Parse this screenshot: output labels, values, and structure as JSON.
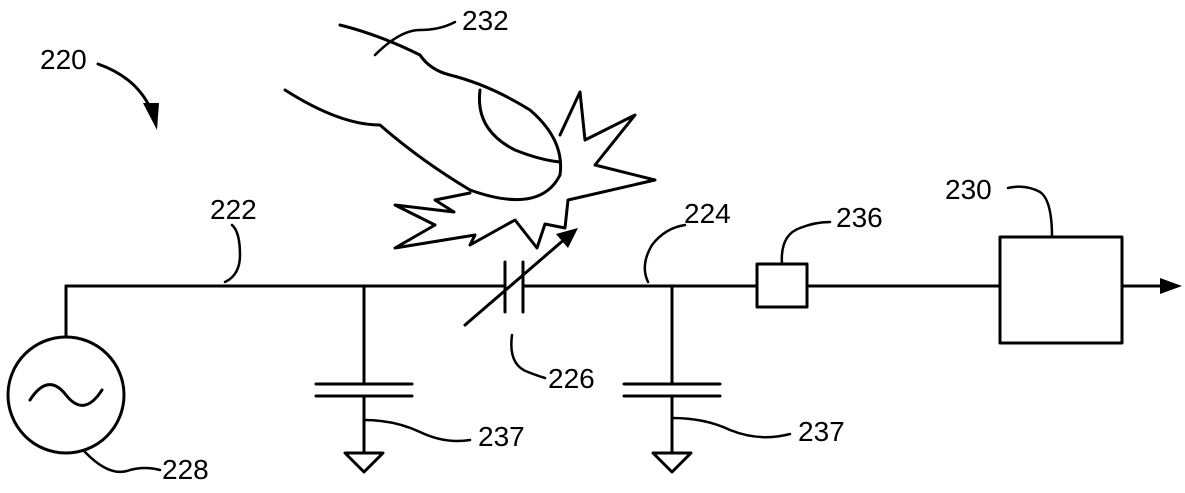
{
  "labels": {
    "figure": "220",
    "finger": "232",
    "line_left": "222",
    "line_right": "224",
    "small_box": "236",
    "detector_box": "230",
    "variable_cap": "226",
    "ground_cap_left": "237",
    "ground_cap_right": "237",
    "source": "228"
  },
  "colors": {
    "ink": "#000000",
    "paper": "#ffffff"
  }
}
